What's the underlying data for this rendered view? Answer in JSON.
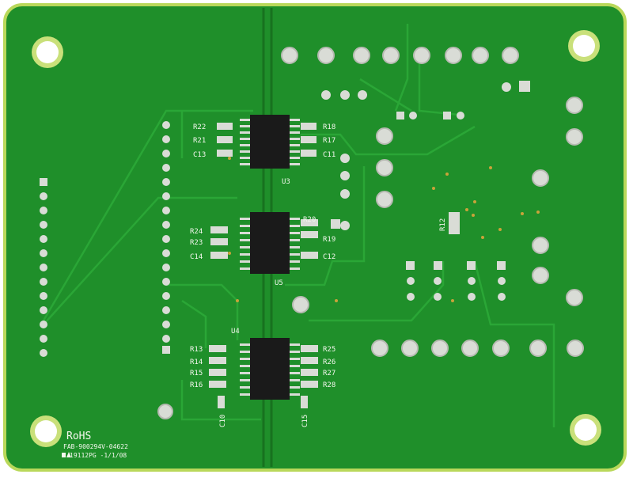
{
  "colors": {
    "board": "#1f8f2a",
    "board_dark": "#17721f",
    "trace": "#2aa636",
    "pad": "#d9dcd6",
    "silk": "#f4f7ee",
    "ic": "#1a1a1a",
    "gold_via": "#c9a33a",
    "edge": "#b9d85a"
  },
  "silkscreen": {
    "refs": [
      "R22",
      "R21",
      "C13",
      "R18",
      "R17",
      "C11",
      "U3",
      "R20",
      "R24",
      "R23",
      "R19",
      "C14",
      "C12",
      "U5",
      "U4",
      "R13",
      "R14",
      "R15",
      "R16",
      "R25",
      "R26",
      "R27",
      "R28",
      "C10",
      "C15",
      "R12"
    ],
    "rohs": "RoHS",
    "fab_line": "FAB-900294V-04622",
    "ul_line": "19112PG -1/1/08"
  }
}
